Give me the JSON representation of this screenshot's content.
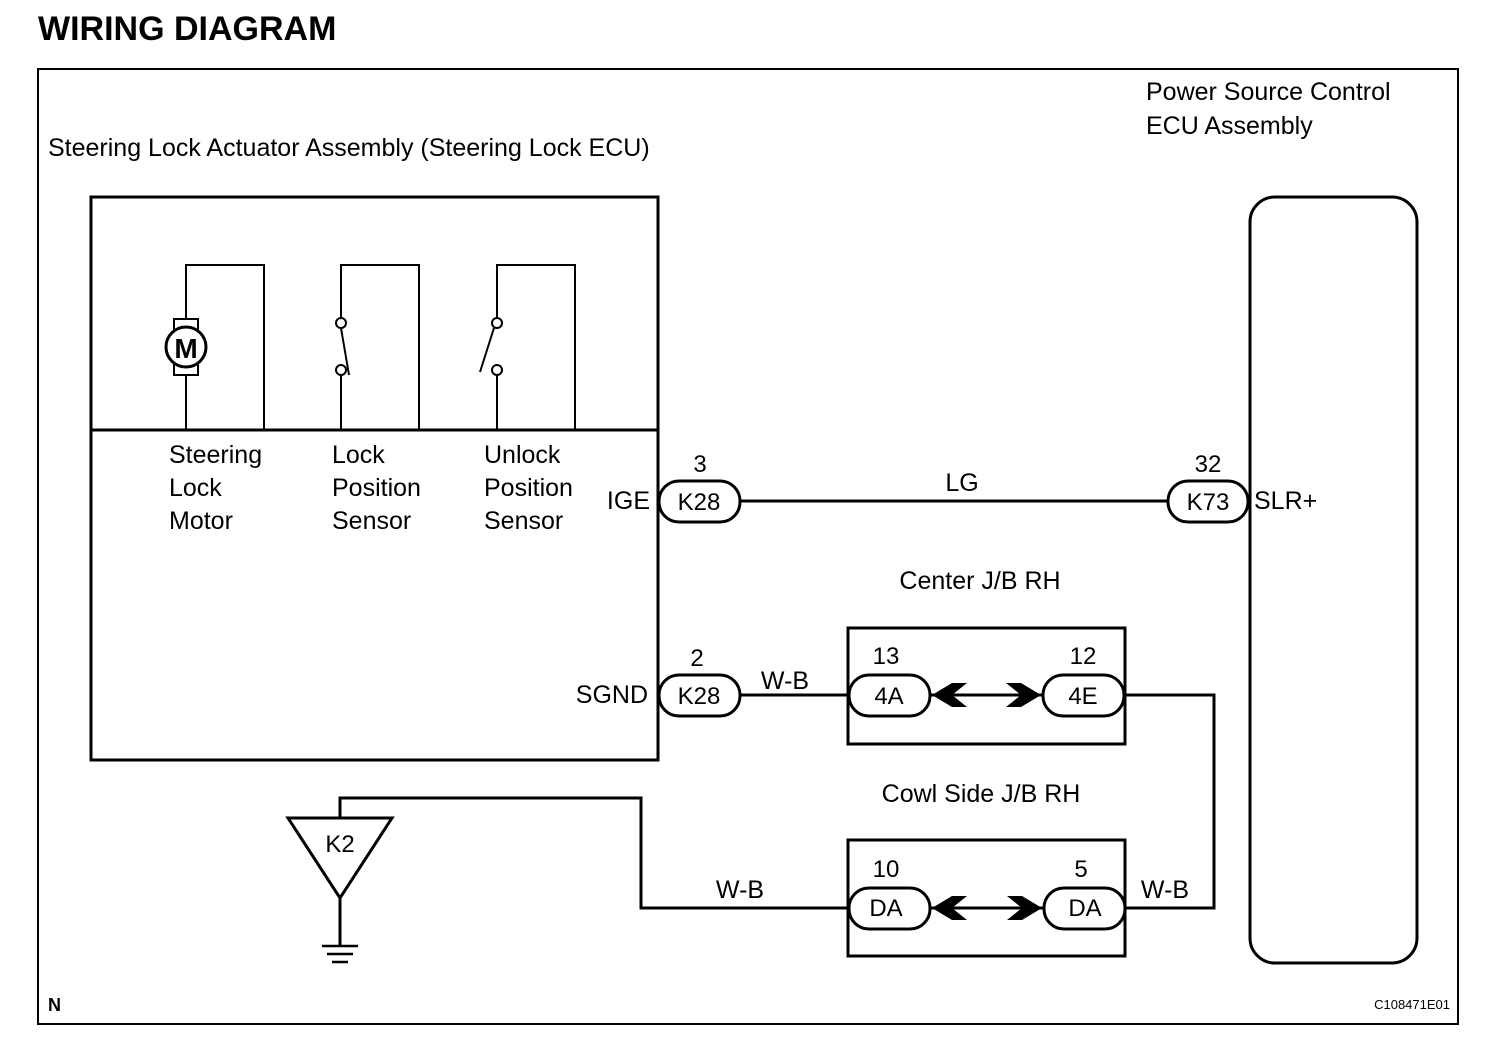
{
  "title": "WIRING DIAGRAM",
  "components": {
    "steering_lock_assembly": "Steering Lock Actuator Assembly (Steering Lock ECU)",
    "power_source_ecu": [
      "Power Source Control",
      "ECU Assembly"
    ],
    "center_jb": "Center J/B RH",
    "cowl_jb": "Cowl Side J/B RH",
    "ground": "K2"
  },
  "internal_parts": {
    "motor_symbol": "M",
    "motor": [
      "Steering",
      "Lock",
      "Motor"
    ],
    "lock_sensor": [
      "Lock",
      "Position",
      "Sensor"
    ],
    "unlock_sensor": [
      "Unlock",
      "Position",
      "Sensor"
    ]
  },
  "terminals": {
    "ige": "IGE",
    "sgnd": "SGND",
    "slr": "SLR+"
  },
  "connectors": {
    "k28_ige": {
      "pin": "3",
      "name": "K28"
    },
    "k28_sgnd": {
      "pin": "2",
      "name": "K28"
    },
    "k73": {
      "pin": "32",
      "name": "K73"
    },
    "center_left": {
      "pin": "13",
      "name": "4A"
    },
    "center_right": {
      "pin": "12",
      "name": "4E"
    },
    "cowl_left": {
      "pin": "10",
      "name": "DA"
    },
    "cowl_right": {
      "pin": "5",
      "name": "DA"
    }
  },
  "wires": {
    "lg": "LG",
    "wb_1": "W-B",
    "wb_2": "W-B",
    "wb_3": "W-B"
  },
  "footer": {
    "corner_mark": "N",
    "figure_code": "C108471E01"
  }
}
